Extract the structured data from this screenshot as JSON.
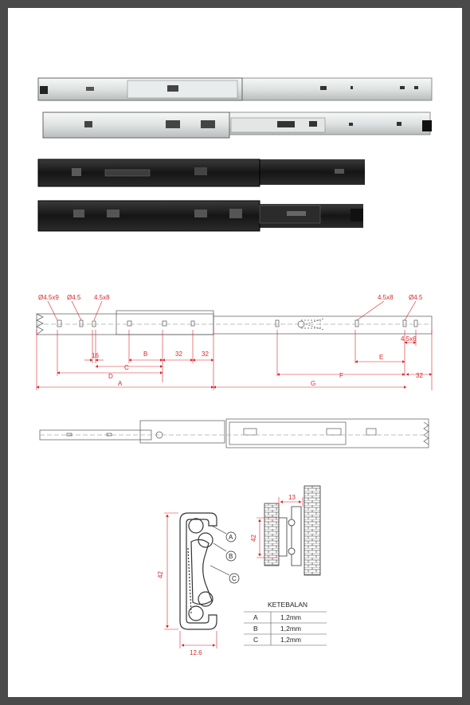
{
  "colors": {
    "border": "#4a4a4a",
    "dimension": "#d8262a",
    "metal": "#e6e8e8",
    "black_finish": "#1c1c1c"
  },
  "drawing1": {
    "holes": [
      "Ø4.5x9",
      "Ø4.5",
      "4.5x8",
      "4.5x8",
      "Ø4.5",
      "4.5x6"
    ],
    "dims": {
      "a": "A",
      "b": "B",
      "c": "C",
      "d": "D",
      "e": "E",
      "f": "F",
      "g": "G",
      "d16": "16",
      "d32a": "32",
      "d32b": "32",
      "d32c": "32"
    }
  },
  "profile": {
    "height": "42",
    "width": "12.6",
    "callouts": [
      "A",
      "B",
      "C"
    ]
  },
  "wall": {
    "height": "42",
    "gap": "13"
  },
  "thickness_table": {
    "title": "KETEBALAN",
    "rows": [
      {
        "part": "A",
        "value": "1,2mm"
      },
      {
        "part": "B",
        "value": "1,2mm"
      },
      {
        "part": "C",
        "value": "1,2mm"
      }
    ]
  }
}
